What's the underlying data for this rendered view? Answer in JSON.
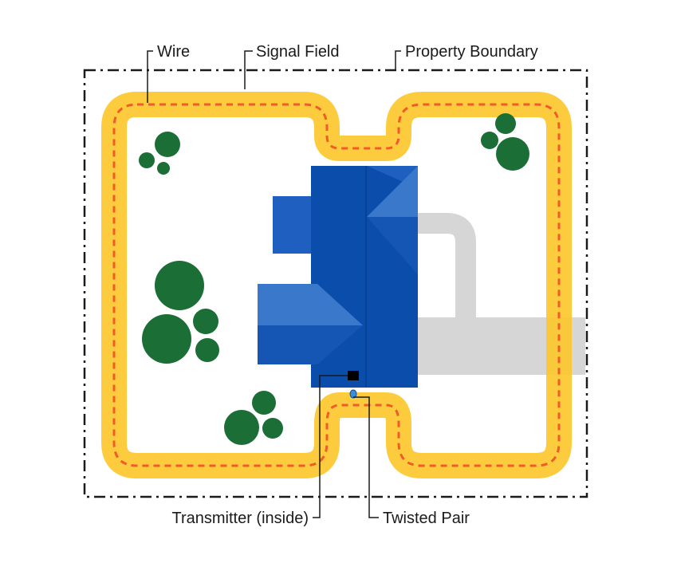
{
  "labels": {
    "wire": "Wire",
    "signal_field": "Signal Field",
    "property_boundary": "Property Boundary",
    "transmitter": "Transmitter (inside)",
    "twisted_pair": "Twisted Pair"
  },
  "colors": {
    "signal_field": "#FDC82F",
    "wire": "#F15A29",
    "house_dark": "#0A4DAA",
    "house_mid": "#1F5FBF",
    "house_light": "#3A78CC",
    "driveway": "#D6D6D6",
    "tree": "#1B6E35",
    "boundary": "#1a1a1a",
    "transmitter": "#000000",
    "twisted_pair": "#3B8FD9"
  },
  "icons": {
    "trees": "tree-icon",
    "house": "house-icon",
    "transmitter": "transmitter-icon"
  }
}
